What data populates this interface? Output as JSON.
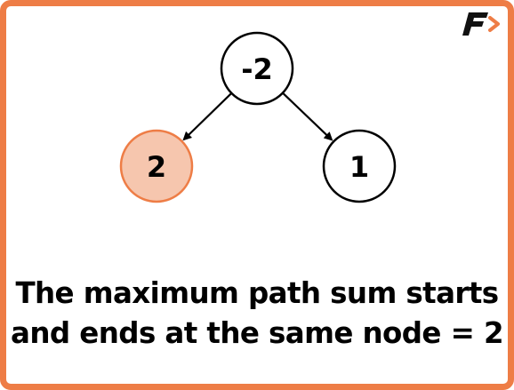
{
  "colors": {
    "border": "#ee7d46",
    "highlight_fill": "#f6c6ae",
    "highlight_stroke": "#ee7d46",
    "node_stroke": "#000000",
    "text": "#000000"
  },
  "tree": {
    "nodes": [
      {
        "id": "root",
        "label": "-2",
        "highlighted": false
      },
      {
        "id": "left",
        "label": "2",
        "highlighted": true
      },
      {
        "id": "right",
        "label": "1",
        "highlighted": false
      }
    ],
    "edges": [
      {
        "from": "root",
        "to": "left"
      },
      {
        "from": "root",
        "to": "right"
      }
    ]
  },
  "caption": {
    "line1": "The maximum path sum starts",
    "line2": "and ends at the same node = 2"
  },
  "logo": {
    "icon": "brand-f-arrow-icon"
  }
}
